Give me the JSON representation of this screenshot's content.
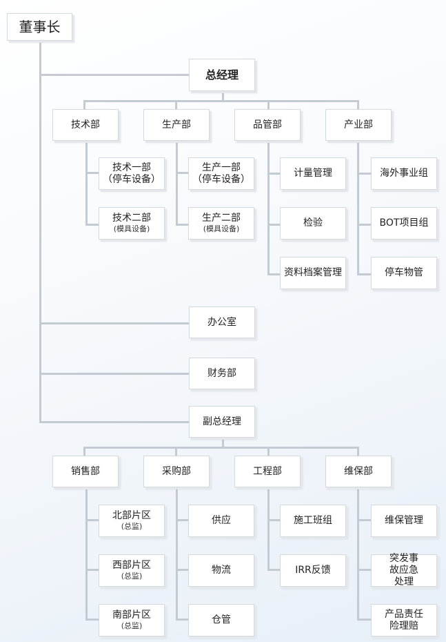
{
  "chairman": "董事长",
  "gm": "总经理",
  "gm_depts": [
    {
      "label": "技术部",
      "children": [
        {
          "label": "技术一部",
          "sub": "（停车设备）"
        },
        {
          "label": "技术二部",
          "sub": "(模具设备)"
        }
      ]
    },
    {
      "label": "生产部",
      "children": [
        {
          "label": "生产一部",
          "sub": "（停车设备）"
        },
        {
          "label": "生产二部",
          "sub": "(模具设备)"
        }
      ]
    },
    {
      "label": "品管部",
      "children": [
        {
          "label": "计量管理"
        },
        {
          "label": "检验"
        },
        {
          "label": "资料档案管理"
        }
      ]
    },
    {
      "label": "产业部",
      "children": [
        {
          "label": "海外事业组"
        },
        {
          "label": "BOT项目组"
        },
        {
          "label": "停车物管"
        }
      ]
    }
  ],
  "office": "办公室",
  "finance": "财务部",
  "deputy_gm": "副总经理",
  "dgm_depts": [
    {
      "label": "销售部",
      "children": [
        {
          "label": "北部片区",
          "sub": "(总监)"
        },
        {
          "label": "西部片区",
          "sub": "(总监)"
        },
        {
          "label": "南部片区",
          "sub": "(总监)"
        }
      ]
    },
    {
      "label": "采购部",
      "children": [
        {
          "label": "供应"
        },
        {
          "label": "物流"
        },
        {
          "label": "仓管"
        }
      ]
    },
    {
      "label": "工程部",
      "children": [
        {
          "label": "施工班组"
        },
        {
          "label": "IRR反馈"
        }
      ]
    },
    {
      "label": "维保部",
      "children": [
        {
          "label": "维保管理"
        },
        {
          "label": "突发事故应急处理"
        },
        {
          "label": "产品责任险理赔"
        }
      ]
    }
  ]
}
